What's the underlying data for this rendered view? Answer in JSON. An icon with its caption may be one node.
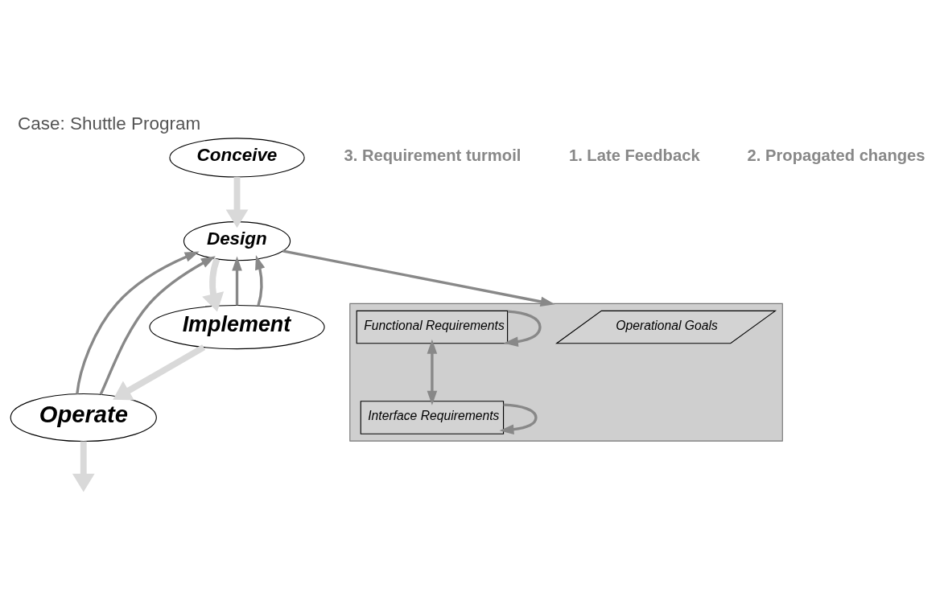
{
  "diagram": {
    "title": "Case: Shuttle Program",
    "nodes": [
      {
        "text": [],
        "shape": "triangle"
      },
      {
        "text": [
          "Operational Goals"
        ],
        "in": 0
      },
      {
        "text": [
          "Functional Requirements"
        ],
        "in": 0
      },
      {
        "text": [
          "Interface Requirements"
        ],
        "in": 0
      },
      {
        "text": [
          "Operate"
        ]
      },
      {
        "text": [
          "Conceive"
        ]
      },
      {
        "text": [
          "Implement"
        ]
      },
      {
        "text": [
          "Design"
        ]
      }
    ],
    "edges": [
      {
        "from": 4,
        "to": null,
        "arrow": "to",
        "style": "thick",
        "color": "#d9d9d9"
      },
      {
        "from": 5,
        "to": 7,
        "arrow": "to",
        "style": "thick",
        "color": "#d9d9d9"
      },
      {
        "from": 7,
        "to": 6,
        "arrow": "to",
        "style": "thick",
        "color": "#d9d9d9"
      },
      {
        "from": 6,
        "to": 4,
        "arrow": "to",
        "style": "thick",
        "color": "#d9d9d9"
      },
      {
        "from": 4,
        "to": 7,
        "arrow": "to"
      },
      {
        "from": 4,
        "to": 7,
        "arrow": "to"
      },
      {
        "from": 6,
        "to": 7,
        "arrow": "to"
      },
      {
        "from": 6,
        "to": 7,
        "arrow": "to"
      },
      {
        "from": 7,
        "to": 0,
        "arrow": "to"
      },
      {
        "from": 2,
        "to": 3,
        "arrow": "both"
      },
      {
        "from": 2,
        "to": 2,
        "arrow": "to"
      },
      {
        "from": 3,
        "to": 3,
        "arrow": "to"
      }
    ],
    "labels": [
      "3. Requirement turmoil",
      "1. Late Feedback",
      "2. Propagated changes"
    ]
  }
}
